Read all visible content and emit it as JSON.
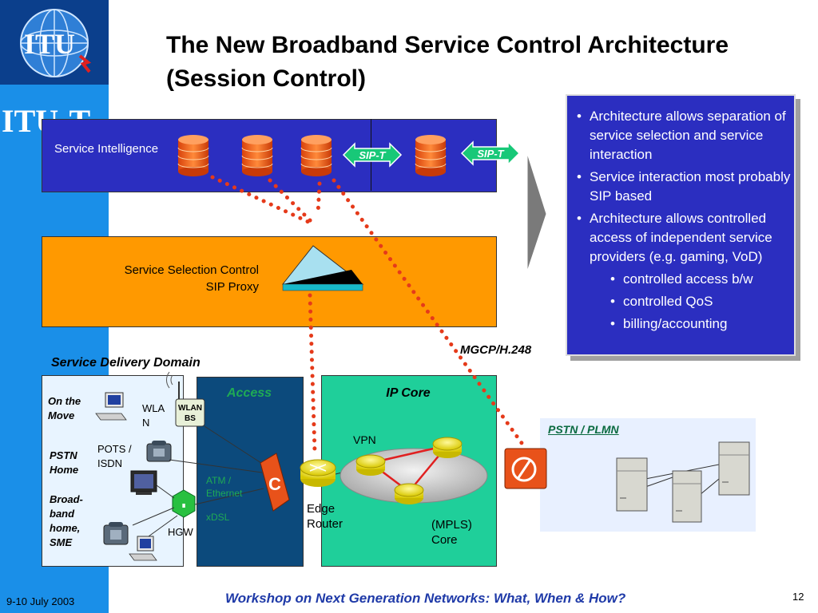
{
  "sidebar": {
    "logo_text": "ITU",
    "brand": "ITU-T"
  },
  "title": {
    "line1": "The New Broadband Service Control Architecture",
    "line2": "(Session Control)"
  },
  "service_intelligence": {
    "label": "Service Intelligence",
    "sip_t_1": "SIP-T",
    "sip_t_2": "SIP-T"
  },
  "service_selection": {
    "line1": "Service Selection Control",
    "line2": "SIP Proxy"
  },
  "bullets": {
    "items": [
      "Architecture allows separation of service selection and service interaction",
      "Service interaction most probably SIP based",
      "Architecture allows controlled access of independent service providers (e.g. gaming, VoD)"
    ],
    "sub_items": [
      "controlled access b/w",
      "controlled QoS",
      "billing/accounting"
    ]
  },
  "delivery": {
    "domain_label": "Service Delivery Domain",
    "mgcp_label": "MGCP/H.248",
    "users": {
      "on_the_move": "On the Move",
      "pstn_home": "PSTN Home",
      "broadband": "Broad-band home, SME",
      "wlan": "WLAN",
      "wlan_bs": "WLAN BS",
      "pots": "POTS / ISDN",
      "hgw": "HGW"
    },
    "access": {
      "title": "Access",
      "atm": "ATM / Ethernet",
      "xdsl": "xDSL"
    },
    "ip_core": {
      "title": "IP Core",
      "vpn": "VPN",
      "edge_router": "Edge Router",
      "mpls": "(MPLS) Core"
    },
    "pstn": {
      "title": "PSTN / PLMN"
    }
  },
  "footer": {
    "date": "9-10 July 2003",
    "workshop": "Workshop on Next Generation Networks: What, When & How?",
    "page": "12"
  },
  "colors": {
    "sidebar": "#1a8fe8",
    "service_intelligence": "#2b2ec0",
    "service_selection": "#ff9900",
    "ip_core": "#1fcf9a",
    "access": "#0c4a7c",
    "dotted_link": "#e53a1a"
  }
}
